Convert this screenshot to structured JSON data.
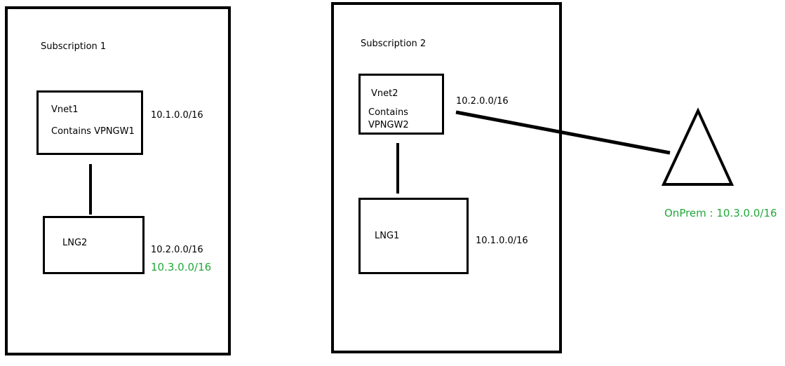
{
  "colors": {
    "stroke": "#000000",
    "accent_green": "#22a83a",
    "background": "#ffffff"
  },
  "subscription1": {
    "label": "Subscription 1",
    "vnet": {
      "name": "Vnet1",
      "contains": "Contains VPNGW1",
      "cidr": "10.1.0.0/16"
    },
    "lng": {
      "name": "LNG2",
      "cidr": "10.2.0.0/16",
      "added_cidr": "10.3.0.0/16"
    }
  },
  "subscription2": {
    "label": "Subscription 2",
    "vnet": {
      "name": "Vnet2",
      "contains_line1": "Contains",
      "contains_line2": "VPNGW2",
      "cidr": "10.2.0.0/16"
    },
    "lng": {
      "name": "LNG1",
      "cidr": "10.1.0.0/16"
    }
  },
  "onprem": {
    "label": "OnPrem : 10.3.0.0/16"
  }
}
